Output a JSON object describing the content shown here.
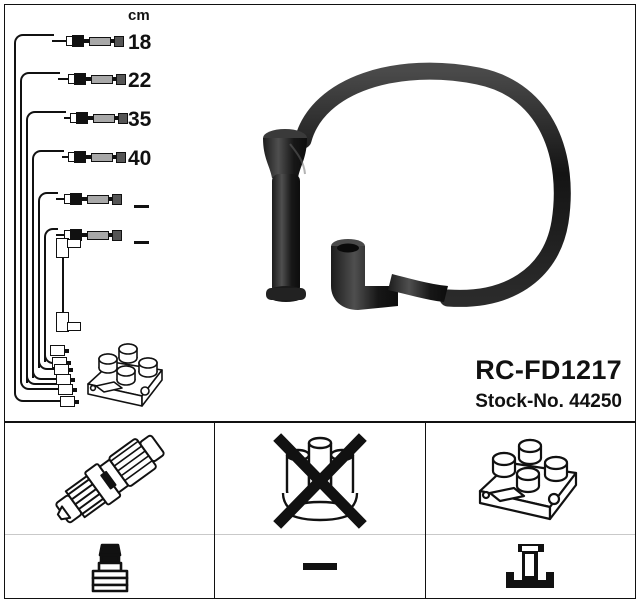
{
  "product": {
    "code": "RC-FD1217",
    "stock_label": "Stock-No. 44250"
  },
  "lengths": {
    "unit": "cm",
    "rows": [
      {
        "value": "18",
        "is_dash": false
      },
      {
        "value": "22",
        "is_dash": false
      },
      {
        "value": "35",
        "is_dash": false
      },
      {
        "value": "40",
        "is_dash": false
      },
      {
        "value": "–",
        "is_dash": true
      },
      {
        "value": "–",
        "is_dash": true
      },
      {
        "value": "–",
        "is_dash": true
      },
      {
        "value": "–",
        "is_dash": true
      }
    ]
  },
  "panels": [
    {
      "top_icon": "spark-plug-icon",
      "bottom_icon": "spark-plug-boot-icon",
      "bottom_is_dash": false
    },
    {
      "top_icon": "distributor-cap-crossed-out-icon",
      "bottom_icon": "dash-marker",
      "bottom_is_dash": true
    },
    {
      "top_icon": "ignition-coil-pack-icon",
      "bottom_icon": "coil-terminal-connector-icon",
      "bottom_is_dash": false
    }
  ],
  "main_image": {
    "caption": "ignition-cable-with-straight-boot-and-right-angle-connector"
  },
  "colors": {
    "line": "#111111",
    "sleeve": "#a8a8a8",
    "terminal": "#555555",
    "background": "#ffffff"
  }
}
